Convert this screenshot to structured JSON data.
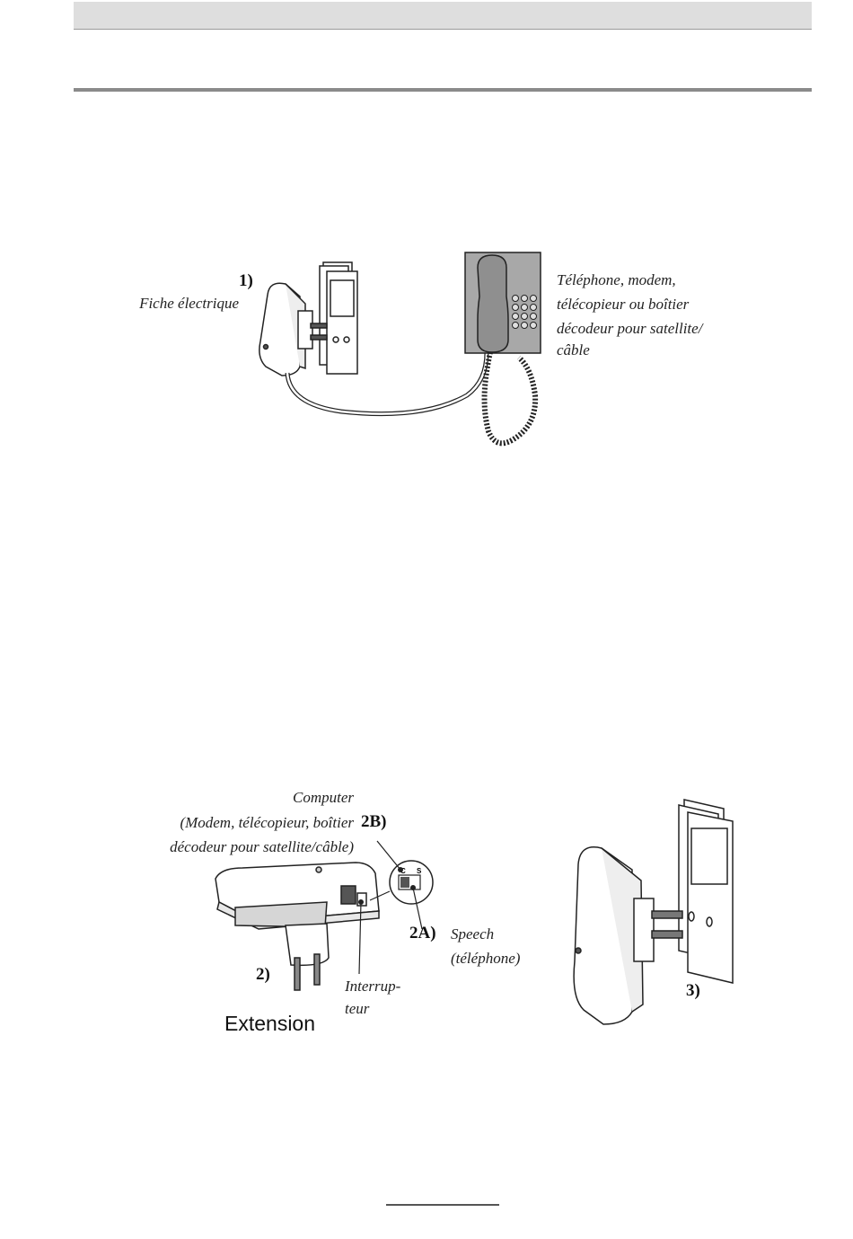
{
  "figure1": {
    "step_label": "1)",
    "plug_label": "Fiche électrique",
    "device_label": [
      "Téléphone, modem,",
      "télécopieur ou boîtier",
      "décodeur pour satellite/",
      "câble"
    ]
  },
  "figure2": {
    "computer_label": [
      "Computer",
      "(Modem, télécopieur, boîtier",
      "décodeur pour satellite/câble)"
    ],
    "step_2b": "2B)",
    "step_2a": "2A)",
    "speech_label": [
      "Speech",
      "(téléphone)"
    ],
    "step_2": "2)",
    "switch_label": [
      "Interrup-",
      "teur"
    ],
    "extension_title": "Extension",
    "switch_marks": [
      "C",
      "S"
    ],
    "step_3": "3)"
  }
}
